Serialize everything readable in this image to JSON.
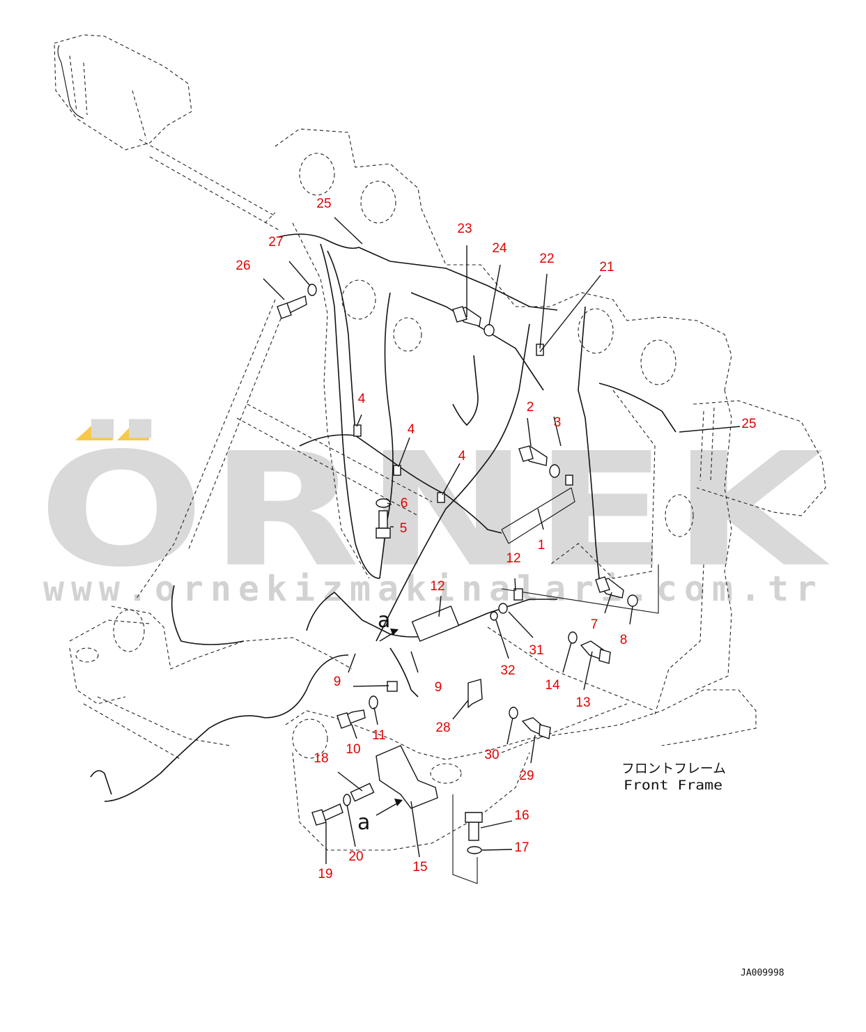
{
  "watermark": {
    "brand": "ÖRNEK",
    "url": "www.ornekizmakinalari.com.tr",
    "accent_color": "#f6c94a"
  },
  "colors": {
    "callout": "#e10000",
    "line": "#111111",
    "watermark": "#d9d9d9"
  },
  "frame_label": {
    "japanese": "フロントフレーム",
    "english": "Front Frame"
  },
  "reference_code": "JA009998",
  "detail_marker": "a",
  "callouts": {
    "c1": "1",
    "c2": "2",
    "c3": "3",
    "c4a": "4",
    "c4b": "4",
    "c4c": "4",
    "c5": "5",
    "c6": "6",
    "c7": "7",
    "c8": "8",
    "c9a": "9",
    "c9b": "9",
    "c10": "10",
    "c11": "11",
    "c12a": "12",
    "c12b": "12",
    "c13": "13",
    "c14": "14",
    "c15": "15",
    "c16": "16",
    "c17": "17",
    "c18": "18",
    "c19": "19",
    "c20": "20",
    "c21": "21",
    "c22": "22",
    "c23": "23",
    "c24": "24",
    "c25a": "25",
    "c25b": "25",
    "c26": "26",
    "c27": "27",
    "c28": "28",
    "c29": "29",
    "c30": "30",
    "c31": "31",
    "c32": "32"
  }
}
